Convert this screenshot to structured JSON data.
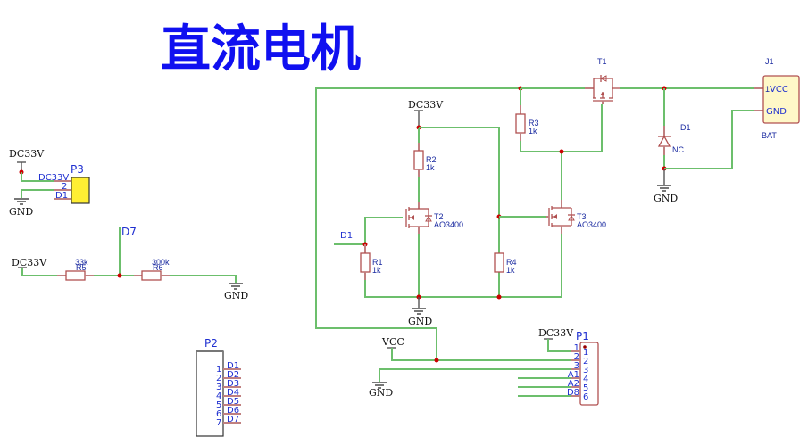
{
  "title": "直流电机",
  "net_labels": {
    "dc33v": "DC33V",
    "gnd": "GND",
    "vcc": "VCC",
    "d1": "D1",
    "d7": "D7"
  },
  "components": {
    "P3": {
      "ref": "P3",
      "pins": [
        "DC33V",
        "2",
        "D1"
      ],
      "fill": "#ffee33"
    },
    "R5": {
      "ref": "R5",
      "value": "33k"
    },
    "R6": {
      "ref": "R6",
      "value": "300k"
    },
    "P2": {
      "ref": "P2",
      "pin_numbers": [
        "1",
        "2",
        "3",
        "4",
        "5",
        "6",
        "7"
      ],
      "pin_labels": [
        "D1",
        "D2",
        "D3",
        "D4",
        "D5",
        "D6",
        "D7"
      ]
    },
    "R1": {
      "ref": "R1",
      "value": "1k"
    },
    "R2": {
      "ref": "R2",
      "value": "1k"
    },
    "R3": {
      "ref": "R3",
      "value": "1k"
    },
    "R4": {
      "ref": "R4",
      "value": "1k"
    },
    "T1": {
      "ref": "T1"
    },
    "T2": {
      "ref": "T2",
      "value": "AO3400"
    },
    "T3": {
      "ref": "T3",
      "value": "AO3400"
    },
    "D1": {
      "ref": "D1",
      "value": "NC"
    },
    "J1": {
      "ref": "J1",
      "value": "BAT",
      "pin1_num": "1",
      "pin1_name": "VCC",
      "pin2_name": "GND",
      "fill": "#fff8c8"
    },
    "P1": {
      "ref": "P1",
      "pin_numbers": [
        "1",
        "2",
        "3",
        "4",
        "5",
        "6"
      ],
      "outer_labels": [
        "1",
        "2",
        "3",
        "A1",
        "A2",
        "D8"
      ]
    }
  },
  "colors": {
    "wire": "#6cbf6c",
    "pin": "#c08080",
    "symbol": "#b05050",
    "junction": "#cc0000",
    "title": "#1010f0"
  }
}
